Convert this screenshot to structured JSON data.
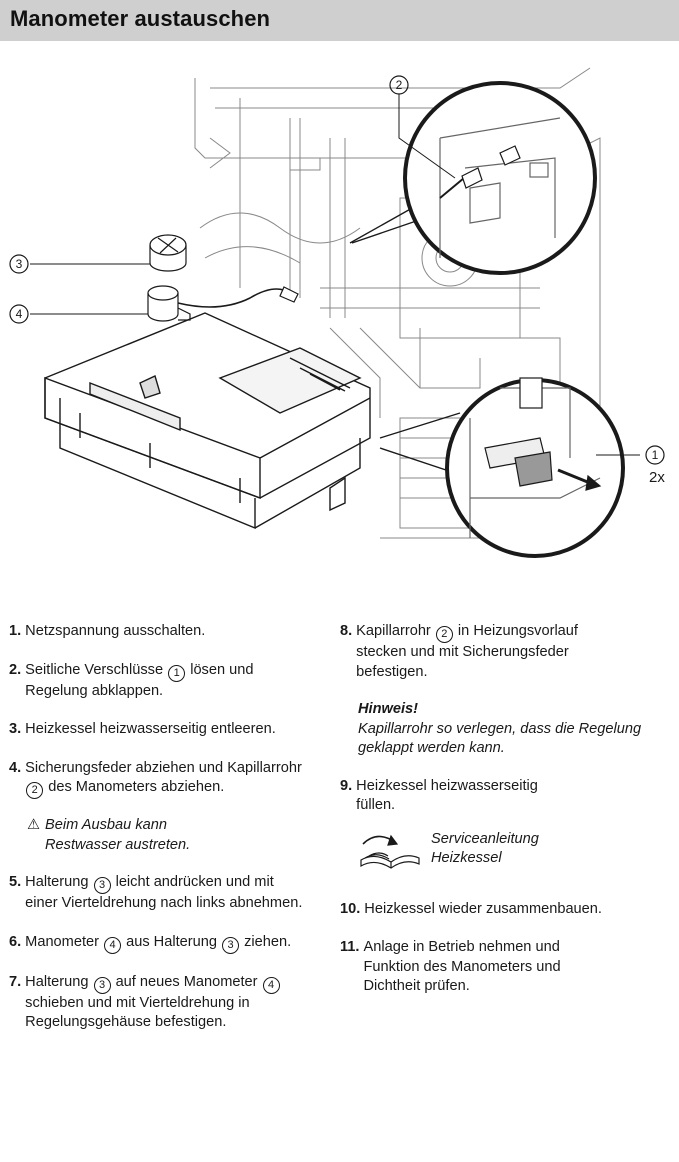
{
  "header": {
    "title": "Manometer austauschen"
  },
  "figure": {
    "callouts": [
      {
        "number": "1",
        "extra": "2x"
      },
      {
        "number": "2"
      },
      {
        "number": "3"
      },
      {
        "number": "4"
      }
    ]
  },
  "steps": [
    {
      "num": "1.",
      "parts": [
        "Netzspannung ausschalten."
      ]
    },
    {
      "num": "2.",
      "parts": [
        "Seitliche Verschlüsse ",
        "1",
        " lösen und Regelung abklappen."
      ]
    },
    {
      "num": "3.",
      "parts": [
        "Heizkessel heizwasserseitig entleeren."
      ]
    },
    {
      "num": "4.",
      "parts": [
        "Sicherungsfeder abziehen und Kapillarrohr ",
        "2",
        " des Manometers abziehen."
      ],
      "warning": "Beim Ausbau kann Restwasser austreten."
    },
    {
      "num": "5.",
      "parts": [
        "Halterung ",
        "3",
        " leicht andrücken und mit einer Vierteldrehung nach links abnehmen."
      ]
    },
    {
      "num": "6.",
      "parts": [
        "Manometer ",
        "4",
        " aus Halterung ",
        "3",
        " ziehen."
      ]
    },
    {
      "num": "7.",
      "parts": [
        "Halterung ",
        "3",
        " auf neues Manometer ",
        "4",
        " schieben und mit Vierteldrehung in Regelungsgehäuse befestigen."
      ]
    },
    {
      "num": "8.",
      "parts": [
        "Kapillarrohr ",
        "2",
        " in Heizungsvorlauf stecken und mit Sicherungsfeder befestigen."
      ],
      "note": {
        "head": "Hinweis!",
        "body": "Kapillarrohr so verlegen, dass die Regelung geklappt werden kann."
      }
    },
    {
      "num": "9.",
      "parts": [
        "Heizkessel heizwasserseitig füllen."
      ],
      "reference": {
        "line1": "Serviceanleitung",
        "line2": "Heizkessel"
      }
    },
    {
      "num": "10.",
      "parts": [
        "Heizkessel wieder zusammenbauen."
      ]
    },
    {
      "num": "11.",
      "parts": [
        "Anlage in Betrieb nehmen und Funktion des Manometers und Dichtheit prüfen."
      ]
    }
  ]
}
